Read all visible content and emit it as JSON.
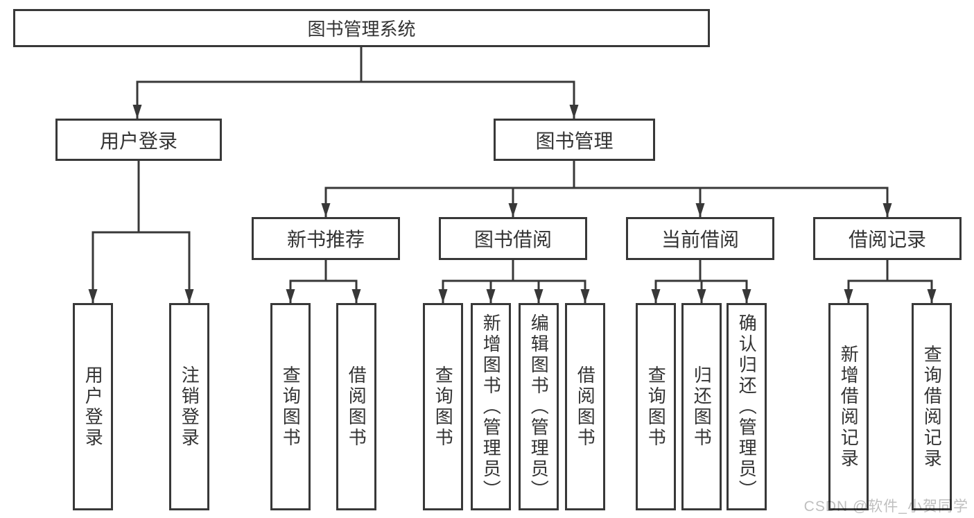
{
  "diagram": {
    "title": "图书管理系统",
    "branches": [
      {
        "label": "用户登录",
        "children": [
          {
            "label": "用户登录"
          },
          {
            "label": "注销登录"
          }
        ]
      },
      {
        "label": "图书管理",
        "sections": [
          {
            "label": "新书推荐",
            "children": [
              {
                "label": "查询图书"
              },
              {
                "label": "借阅图书"
              }
            ]
          },
          {
            "label": "图书借阅",
            "children": [
              {
                "label": "查询图书"
              },
              {
                "label": "新增图书（管理员）"
              },
              {
                "label": "编辑图书（管理员）"
              },
              {
                "label": "借阅图书"
              }
            ]
          },
          {
            "label": "当前借阅",
            "children": [
              {
                "label": "查询图书"
              },
              {
                "label": "归还图书"
              },
              {
                "label": "确认归还（管理员）"
              }
            ]
          },
          {
            "label": "借阅记录",
            "children": [
              {
                "label": "新增借阅记录"
              },
              {
                "label": "查询借阅记录"
              }
            ]
          }
        ]
      }
    ],
    "watermark": "CSDN @软件_小贺同学",
    "colors": {
      "line": "#383838",
      "text": "#333333",
      "watermark": "#bfbfbf",
      "background": "#ffffff"
    }
  }
}
